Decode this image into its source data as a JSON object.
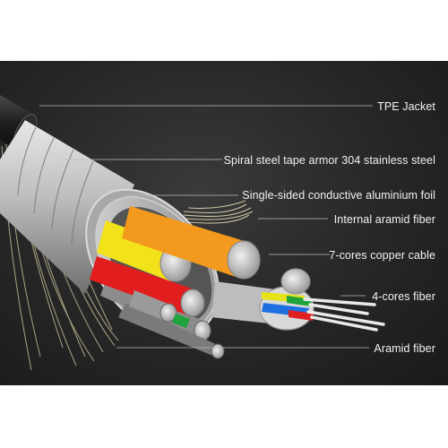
{
  "labels": {
    "tpe_jacket": "TPE Jacket",
    "armor": "Spiral steel tape armor 304 stainless steel",
    "foil": "Single-sided conductive aluminium foil",
    "internal_aramid": "Internal aramid fiber",
    "copper_cable": "7-cores copper cable",
    "four_cores": "4-cores fiber",
    "aramid": "Aramid fiber"
  },
  "colors": {
    "background": "#262626",
    "jacket": "#1b1b1b",
    "steel": "#c9c9c9",
    "foil": "#bdbdbd",
    "aramid": "#d8cfa6",
    "core_yellow": "#f2e21a",
    "core_orange": "#f39a1e",
    "core_red": "#e21d1d",
    "core_grey": "#9a9a9a",
    "copper": "#c8c8c8",
    "fiber_yellow": "#e6e215",
    "fiber_blue": "#1e6fe0",
    "fiber_red": "#e02020",
    "fiber_green": "#1fa33a"
  }
}
